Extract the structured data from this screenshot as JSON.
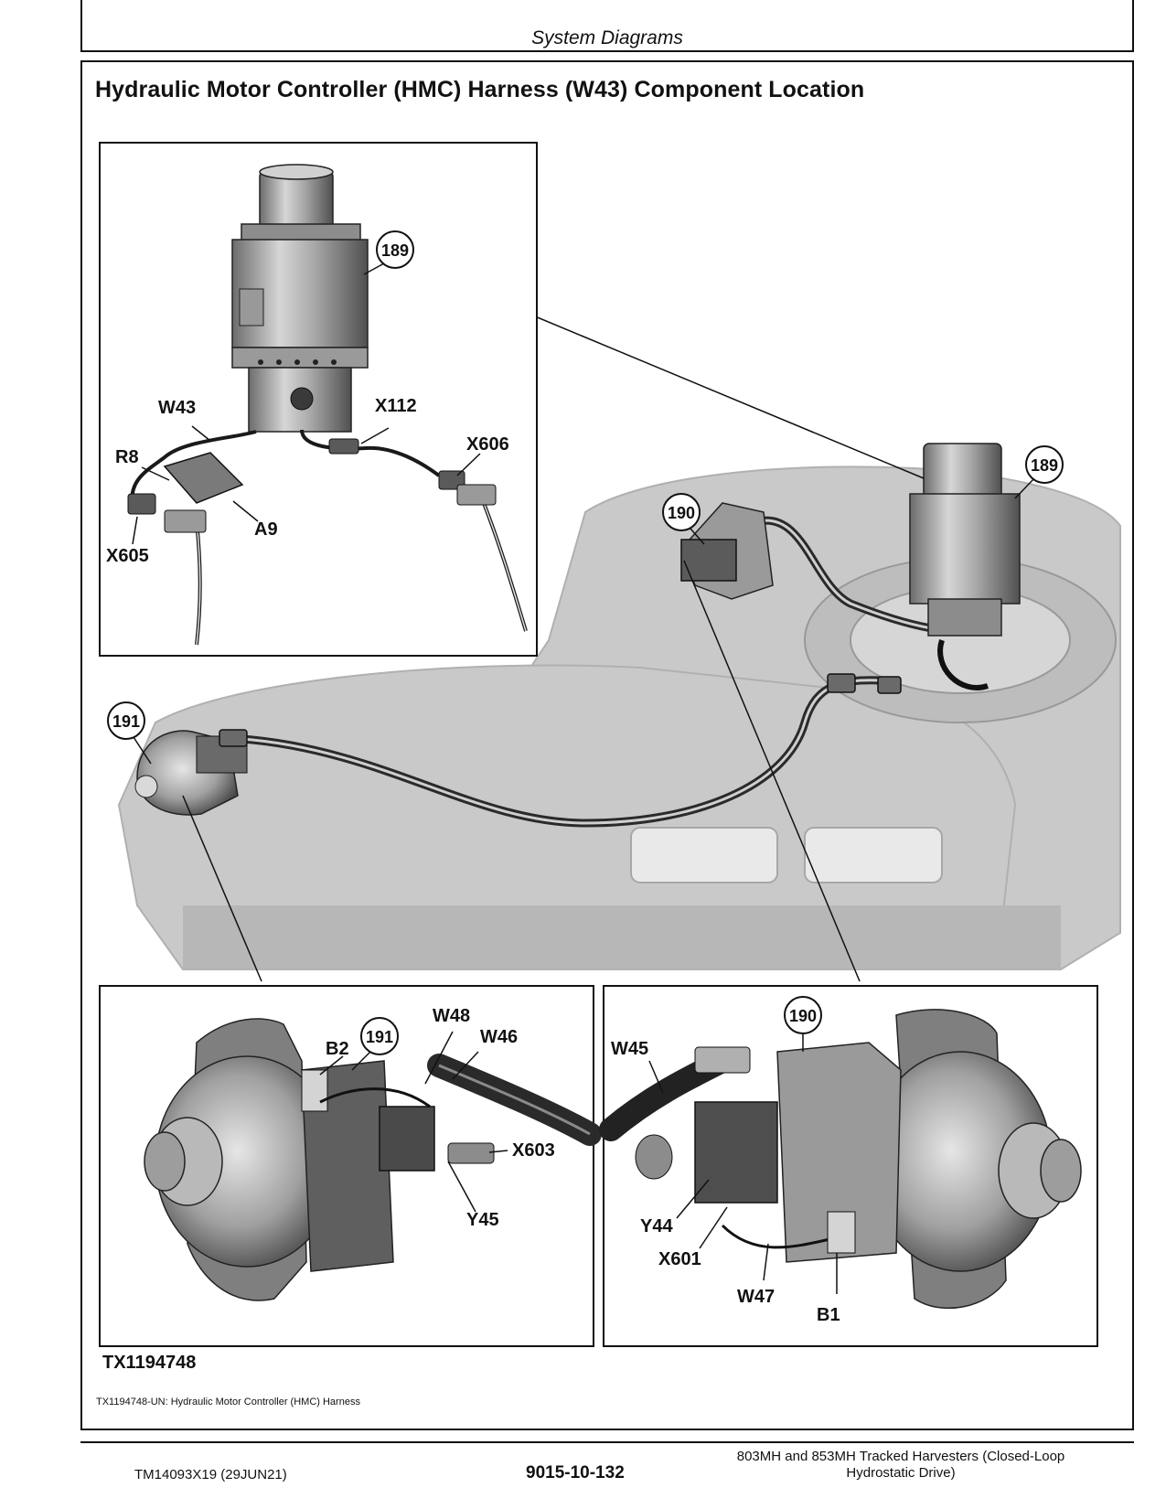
{
  "header": {
    "section_title": "System Diagrams",
    "page_heading": "Hydraulic Motor Controller (HMC) Harness (W43) Component Location"
  },
  "figure": {
    "callouts": {
      "c189_detail": "189",
      "c189_overview": "189",
      "c190_overview": "190",
      "c191_overview": "191",
      "c191_detail": "191",
      "c190_detail": "190"
    },
    "labels_top": {
      "w43": "W43",
      "x112": "X112",
      "x606": "X606",
      "r8": "R8",
      "a9": "A9",
      "x605": "X605"
    },
    "labels_bottom_left": {
      "b2": "B2",
      "w48": "W48",
      "w46": "W46",
      "x603": "X603",
      "y45": "Y45"
    },
    "labels_bottom_right": {
      "w45": "W45",
      "y44": "Y44",
      "x601": "X601",
      "w47": "W47",
      "b1": "B1"
    },
    "figure_id": "TX1194748",
    "caption": "TX1194748-UN: Hydraulic Motor Controller (HMC) Harness"
  },
  "footer": {
    "doc_code": "TM14093X19 (29JUN21)",
    "page_number": "9015-10-132",
    "title": "803MH and 853MH Tracked Harvesters (Closed-Loop Hydrostatic Drive)"
  }
}
